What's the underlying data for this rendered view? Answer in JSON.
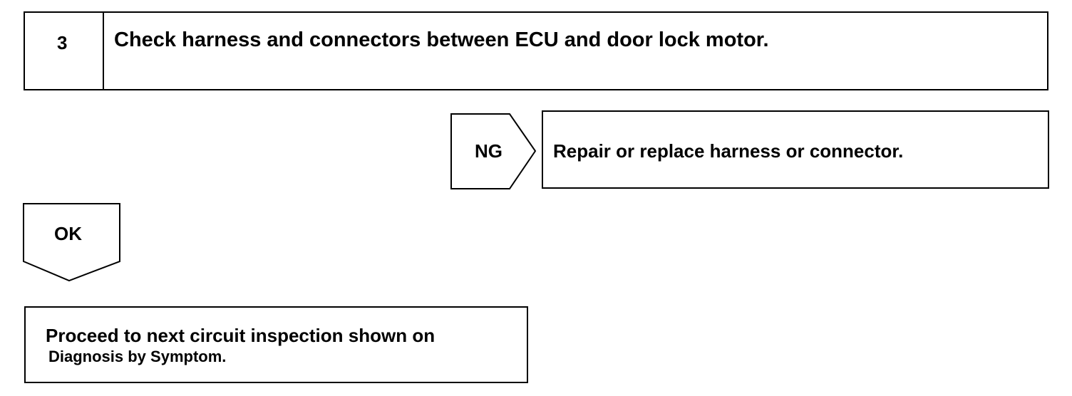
{
  "step": {
    "number": "3",
    "title": "Check harness and connectors between ECU and door lock motor."
  },
  "branches": {
    "ng": {
      "label": "NG",
      "action": "Repair or replace harness or connector."
    },
    "ok": {
      "label": "OK",
      "action_line_1": "Proceed to next circuit inspection shown on",
      "action_line_2": "Diagnosis by Symptom."
    }
  }
}
